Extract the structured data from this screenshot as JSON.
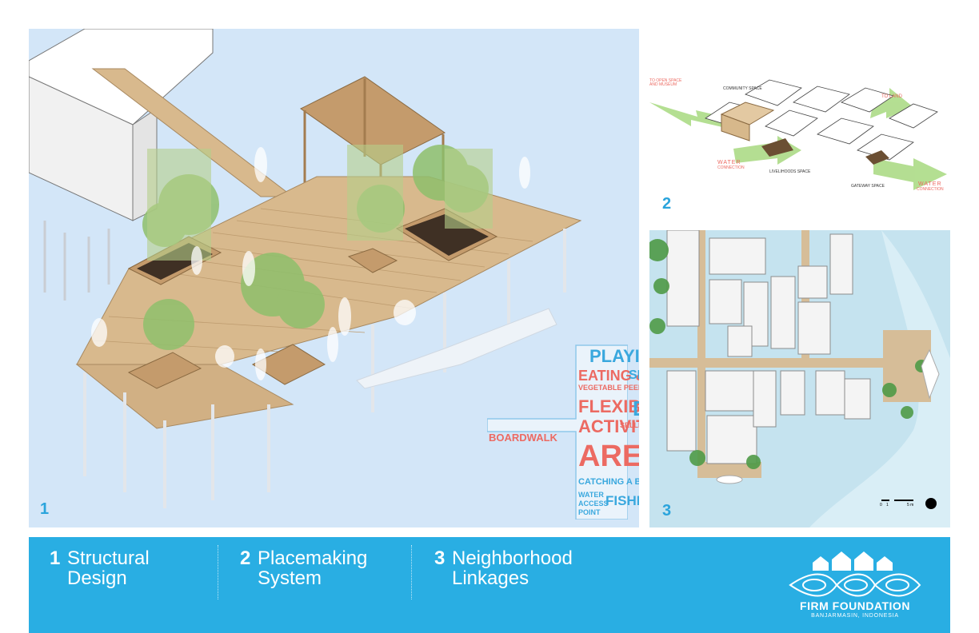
{
  "panel1": {
    "number": "1",
    "wordcloud": {
      "playing": "PLAYING",
      "eating": "EATING &",
      "vegetable": "VEGETABLE PEELING",
      "sitting": "SITTING",
      "boardwalk": "BOARDWALK",
      "flexible": "FLEXIBLE",
      "activity": "ACTIVITY",
      "selling": "SELLING",
      "dock": "DOCK",
      "area": "AREA",
      "breeze": "CATCHING A BREEZE",
      "water": "WATER",
      "access": "ACCESS",
      "point": "POINT",
      "fishing": "FISHING"
    }
  },
  "panel2": {
    "number": "2",
    "labels": {
      "open_space": "TO OPEN SPACE\nAND MUSEUM",
      "community": "COMMUNITY SPACE",
      "to_land": "TO LAND",
      "water_left": "WATER",
      "connection_left": "CONNECTION",
      "livelihoods": "LIVELIHOODS SPACE",
      "gateway": "GATEWAY  SPACE",
      "water_right": "WATER",
      "connection_right": "CONNECTION"
    }
  },
  "panel3": {
    "number": "3",
    "scale": {
      "zero": "0",
      "one": "1",
      "five": "5 m"
    }
  },
  "footer": {
    "items": [
      {
        "number": "1",
        "line1": "Structural",
        "line2": "Design"
      },
      {
        "number": "2",
        "line1": "Placemaking",
        "line2": "System"
      },
      {
        "number": "3",
        "line1": "Neighborhood",
        "line2": "Linkages"
      }
    ],
    "brand": {
      "name": "FIRM FOUNDATION",
      "location": "BANJARMASIN, INDONESIA"
    }
  },
  "colors": {
    "accent_blue": "#29aee3",
    "water_light": "#d3e6f8",
    "wood": "#c9a77c",
    "salmon": "#ec6a62",
    "green": "#5fa84a"
  }
}
